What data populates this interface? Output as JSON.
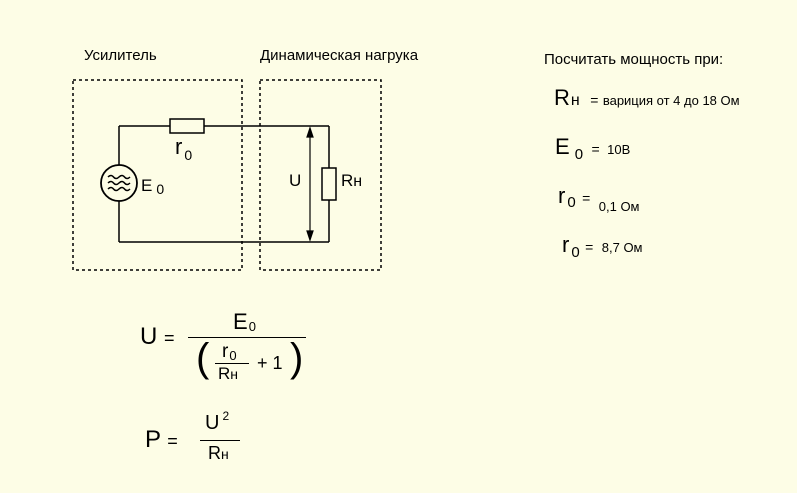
{
  "labels": {
    "amplifier": "Усилитель",
    "dynamic_load": "Динамическая нагрука",
    "task_title": "Посчитать мощность при:"
  },
  "circuit": {
    "r_symbol": "r",
    "r_sub": "0",
    "e_symbol": "E",
    "e_sub": "0",
    "u_symbol": "U",
    "load_symbol": "R",
    "load_sub": "н"
  },
  "params": [
    {
      "symbol": "R",
      "sub": "н",
      "eq": "=",
      "value": "вариция от 4 до 18 Ом"
    },
    {
      "symbol": "E",
      "sub": "0",
      "eq": "=",
      "value": "10В"
    },
    {
      "symbol": "r",
      "sub": "0",
      "eq": "=",
      "value": "0,1 Ом"
    },
    {
      "symbol": "r",
      "sub": "0",
      "eq": "=",
      "value": "8,7 Ом"
    }
  ],
  "formula_u": {
    "lhs": "U",
    "eq": "=",
    "num": "E",
    "num_sub": "0",
    "lparen": "(",
    "rparen": ")",
    "inner_num": "r",
    "inner_num_sub": "0",
    "inner_den": "R",
    "inner_den_sub": "н",
    "plus_one": "+ 1"
  },
  "formula_p": {
    "lhs": "P",
    "eq": "=",
    "num": "U",
    "num_sup": "2",
    "den": "R",
    "den_sub": "н"
  }
}
